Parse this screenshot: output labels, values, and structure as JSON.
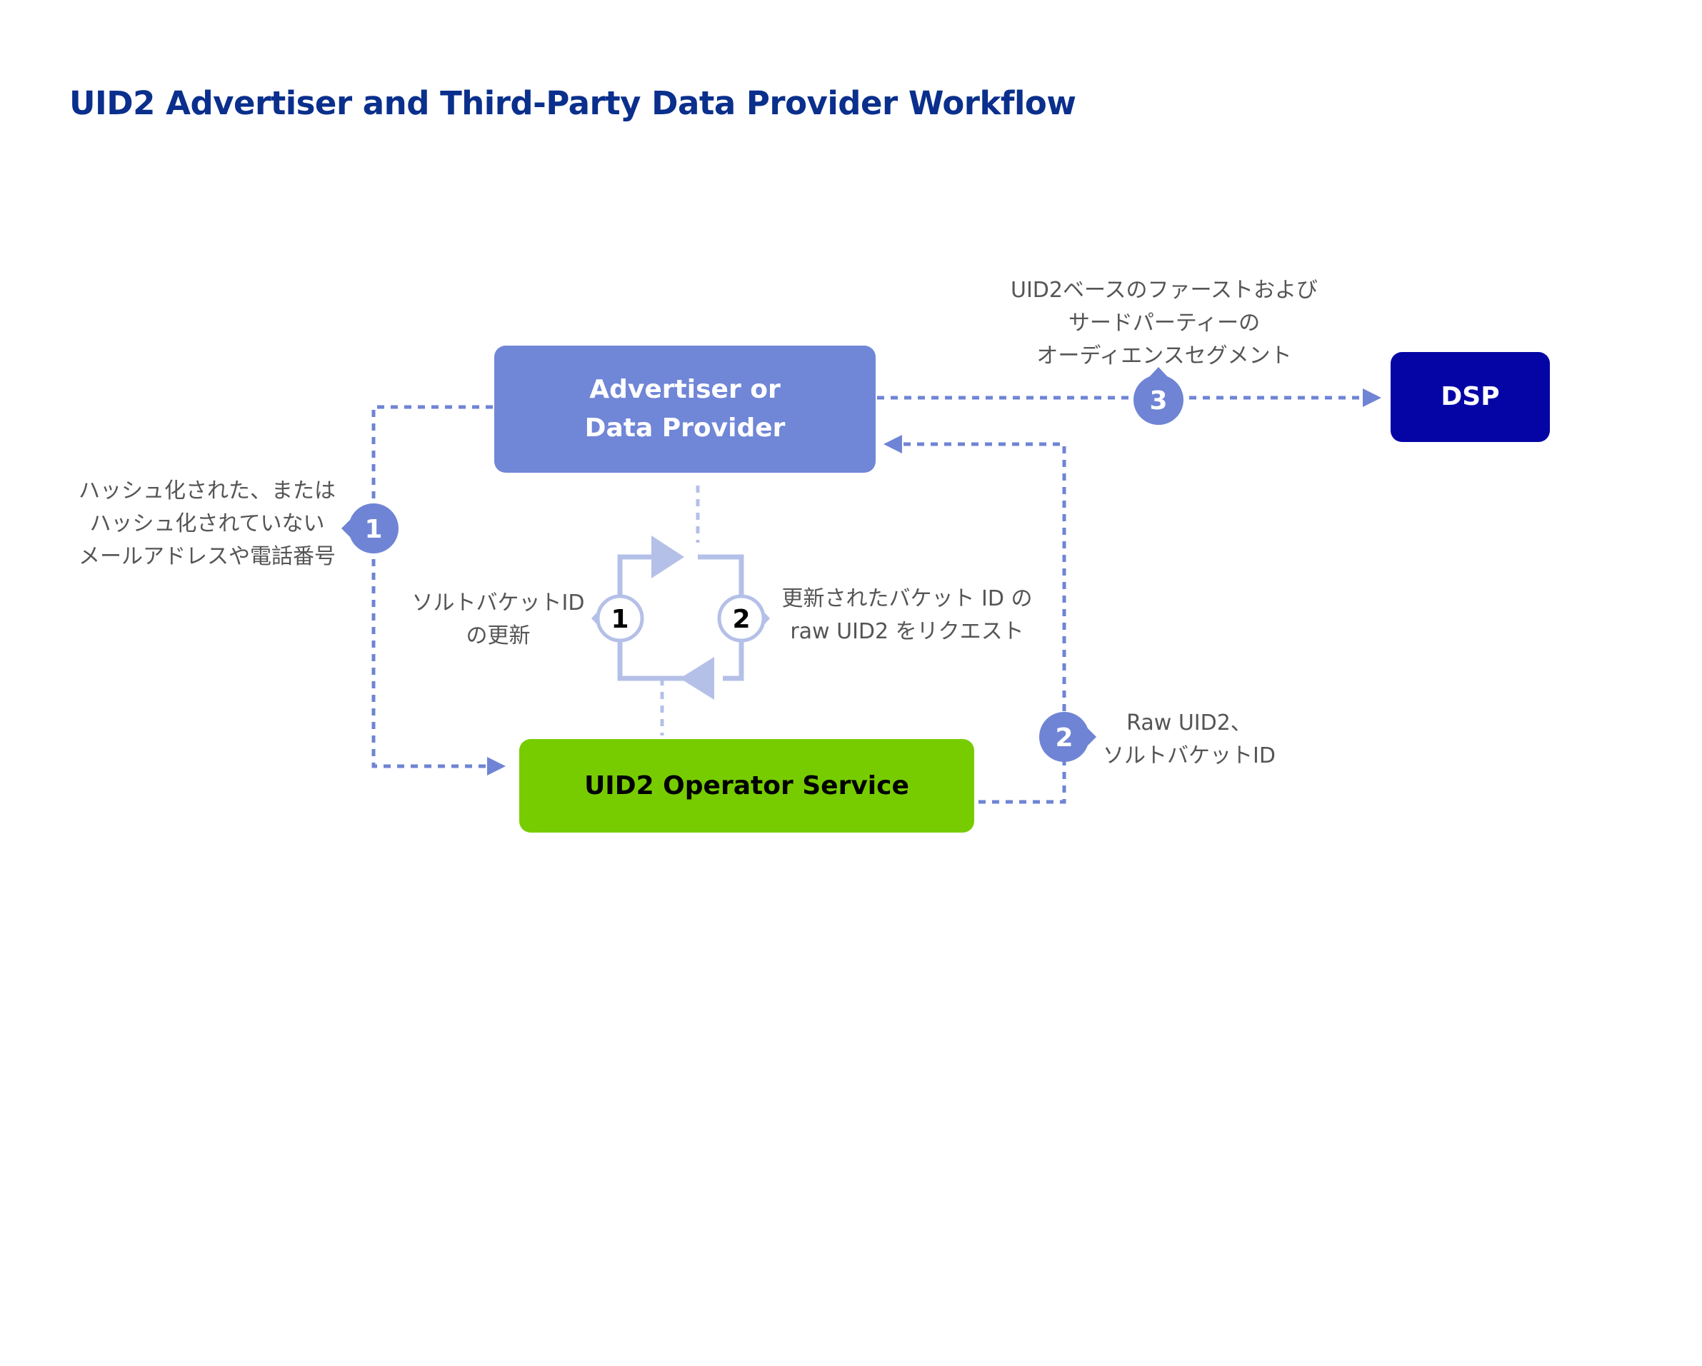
{
  "title": "UID2 Advertiser and Third-Party Data Provider Workflow",
  "nodes": {
    "advertiser": {
      "line1": "Advertiser or",
      "line2": "Data Provider"
    },
    "operator": {
      "label": "UID2 Operator Service"
    },
    "dsp": {
      "label": "DSP"
    }
  },
  "labels": {
    "segments": {
      "line1": "UID2ベースのファーストおよび",
      "line2": "サードパーティーの",
      "line3": "オーディエンスセグメント"
    },
    "hashed": {
      "line1": "ハッシュ化された、または",
      "line2": "ハッシュ化されていない",
      "line3": "メールアドレスや電話番号"
    },
    "salt_refresh": {
      "line1": "ソルトバケットID",
      "line2": "の更新"
    },
    "request": {
      "line1": "更新されたバケット ID の",
      "line2": "raw UID2 をリクエスト"
    },
    "raw_response": {
      "line1": "Raw UID2、",
      "line2": "ソルトバケットID"
    }
  },
  "badges": {
    "b1": "1",
    "b2": "2",
    "b3": "3",
    "c1": "1",
    "c2": "2"
  },
  "colors": {
    "title": "#0a2f8c",
    "advertiser_box": "#7086d6",
    "operator_box": "#77cc00",
    "dsp_box": "#0505a6",
    "flow": "#6f84d4",
    "cycle": "#b5c0e8"
  }
}
